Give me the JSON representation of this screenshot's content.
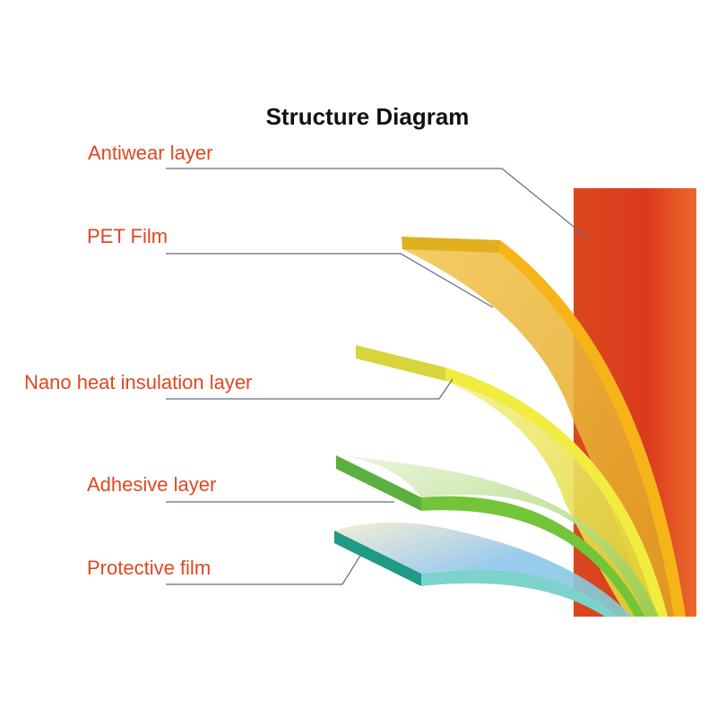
{
  "title": "Structure Diagram",
  "label_color": "#e0471f",
  "layers": [
    {
      "name": "Antiwear layer",
      "color": "#d9431f"
    },
    {
      "name": "PET Film",
      "color": "#f0b020"
    },
    {
      "name": "Nano heat insulation layer",
      "color": "#e8e030"
    },
    {
      "name": "Adhesive layer",
      "color": "#6cc040"
    },
    {
      "name": "Protective film",
      "color": "#1e9a86"
    }
  ]
}
